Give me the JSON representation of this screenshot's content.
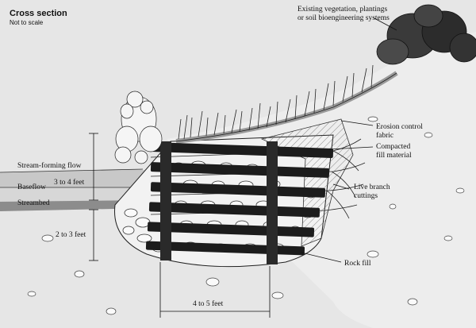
{
  "title": "Cross section",
  "subtitle": "Not to scale",
  "labels": {
    "existing_line1": "Existing vegetation, plantings",
    "existing_line2": "or soil bioengineering systems",
    "erosion_line1": "Erosion control",
    "erosion_line2": "fabric",
    "compacted_line1": "Compacted",
    "compacted_line2": "fill material",
    "live_line1": "Live branch",
    "live_line2": "cuttings",
    "rock_fill": "Rock fill",
    "stream_forming": "Stream-forming flow",
    "baseflow": "Baseflow",
    "streambed": "Streambed",
    "dim_upper": "3 to 4 feet",
    "dim_lower": "2 to 3 feet",
    "dim_width": "4 to 5 feet"
  },
  "colors": {
    "background": "#e6e6e6",
    "ink": "#111111",
    "water": "#bcbcbc",
    "streambed": "#8c8c8c",
    "timber": "#1c1c1c",
    "fabric": "#b0b0b0"
  }
}
